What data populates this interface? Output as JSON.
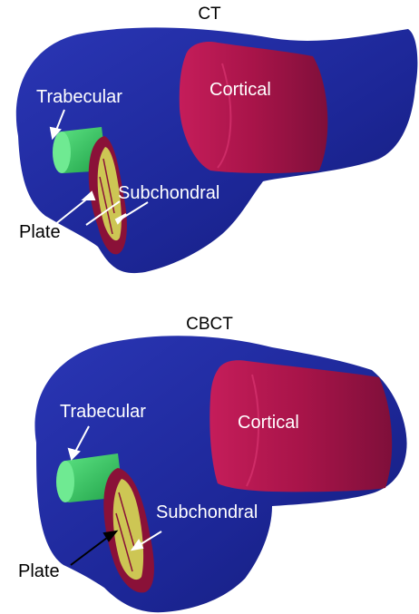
{
  "panels": [
    {
      "title": "CT",
      "labels": {
        "trabecular": "Trabecular",
        "cortical": "Cortical",
        "subchondral": "Subchondral",
        "plate": "Plate"
      }
    },
    {
      "title": "CBCT",
      "labels": {
        "trabecular": "Trabecular",
        "cortical": "Cortical",
        "subchondral": "Subchondral",
        "plate": "Plate"
      }
    }
  ],
  "colors": {
    "bone": "#1f2aa0",
    "cortical": "#b0174f",
    "trabecular": "#3ed06a",
    "plate": "#c9c24e"
  }
}
